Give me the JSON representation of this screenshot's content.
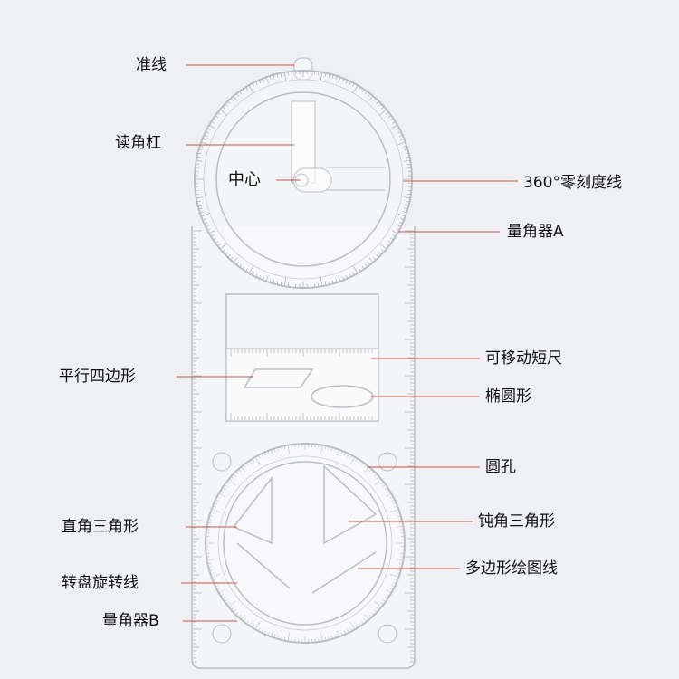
{
  "colors": {
    "background": "#eef0f3",
    "leader_line": "#c9564f",
    "ruler_edge": "#b9bec6",
    "text": "#111111"
  },
  "labels": {
    "guide_line": "准线",
    "reading_bar": "读角杠",
    "center": "中心",
    "zero_line": "360°零刻度线",
    "protractor_a": "量角器A",
    "movable_ruler": "可移动短尺",
    "parallelogram": "平行四边形",
    "ellipse": "椭圆形",
    "round_hole": "圆孔",
    "right_triangle": "直角三角形",
    "obtuse_triangle": "钝角三角形",
    "polygon_line": "多边形绘图线",
    "dial_line": "转盘旋转线",
    "protractor_b": "量角器B"
  }
}
